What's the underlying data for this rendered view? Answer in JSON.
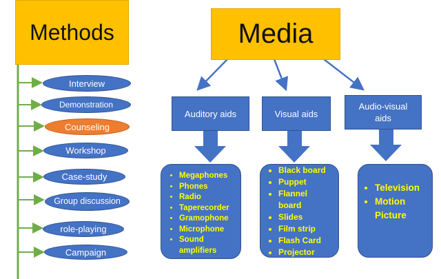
{
  "methods": {
    "title": "Methods",
    "items": [
      "Interview",
      "Demonstration",
      "Counseling",
      "Workshop",
      "Case-study",
      "Group discussion",
      "role-playing",
      "Campaign"
    ],
    "highlighted": "Counseling"
  },
  "media": {
    "title": "Media",
    "categories": [
      {
        "label": "Auditory aids",
        "items": [
          "Megaphones",
          "Phones",
          "Radio",
          "Taperecorder",
          "Gramophone",
          "Microphone",
          "Sound amplifiers"
        ]
      },
      {
        "label": "Visual aids",
        "items": [
          "Black board",
          "Puppet",
          "Flannel board",
          "Slides",
          "Film strip",
          "Flash Card",
          "Projector"
        ]
      },
      {
        "label": "Audio-visual aids",
        "items": [
          "Television",
          "Motion Picture"
        ]
      }
    ]
  },
  "colors": {
    "title_box": "#FFC000",
    "node": "#4472C4",
    "highlight": "#ED7D31",
    "connector": "#70AD47",
    "list_text": "#FFFF00"
  }
}
